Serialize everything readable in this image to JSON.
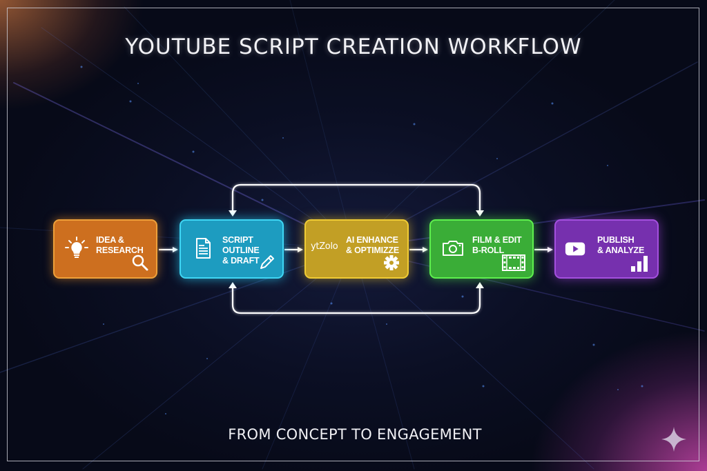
{
  "title": "YOUTUBE SCRIPT CREATION WORKFLOW",
  "subtitle": "FROM CONCEPT TO ENGAGEMENT",
  "colors": {
    "background": "#0b0f24",
    "idea_research": "#cd6f1f",
    "script_outline": "#1d9cc0",
    "ai_enhance": "#c29f25",
    "film_edit": "#3aad37",
    "publish_analyze": "#7630ae",
    "arrows": "#ffffff"
  },
  "steps": [
    {
      "label": "IDEA &\nRESEARCH",
      "icon": "lightbulb-icon",
      "corner_icon": "magnifier-icon"
    },
    {
      "label": "SCRIPT OUTLINE\n& DRAFT",
      "icon": "document-icon",
      "corner_icon": "pencil-icon"
    },
    {
      "label": "AI ENHANCE\n& OPTIMIZZE",
      "icon": "ytzolo-logo",
      "logo_text": "ytZolo",
      "corner_icon": "gear-icon"
    },
    {
      "label": "FILM & EDIT\nB-ROLL",
      "icon": "camera-icon",
      "corner_icon": "film-strip-icon"
    },
    {
      "label": "PUBLISH\n& ANALYZE",
      "icon": "youtube-play-icon",
      "corner_icon": "bar-chart-icon"
    }
  ],
  "flow": {
    "sequence": [
      "IDEA & RESEARCH",
      "SCRIPT OUTLINE & DRAFT",
      "AI ENHANCE & OPTIMIZZE",
      "FILM & EDIT B-ROLL",
      "PUBLISH & ANALYZE"
    ],
    "loops": [
      {
        "position": "top",
        "between": [
          "SCRIPT OUTLINE & DRAFT",
          "FILM & EDIT B-ROLL"
        ],
        "arrowheads": "both-down"
      },
      {
        "position": "bottom",
        "between": [
          "SCRIPT OUTLINE & DRAFT",
          "FILM & EDIT B-ROLL"
        ],
        "arrowheads": "both-up"
      }
    ]
  },
  "decoration": {
    "corner_mark": "sparkle-icon"
  }
}
